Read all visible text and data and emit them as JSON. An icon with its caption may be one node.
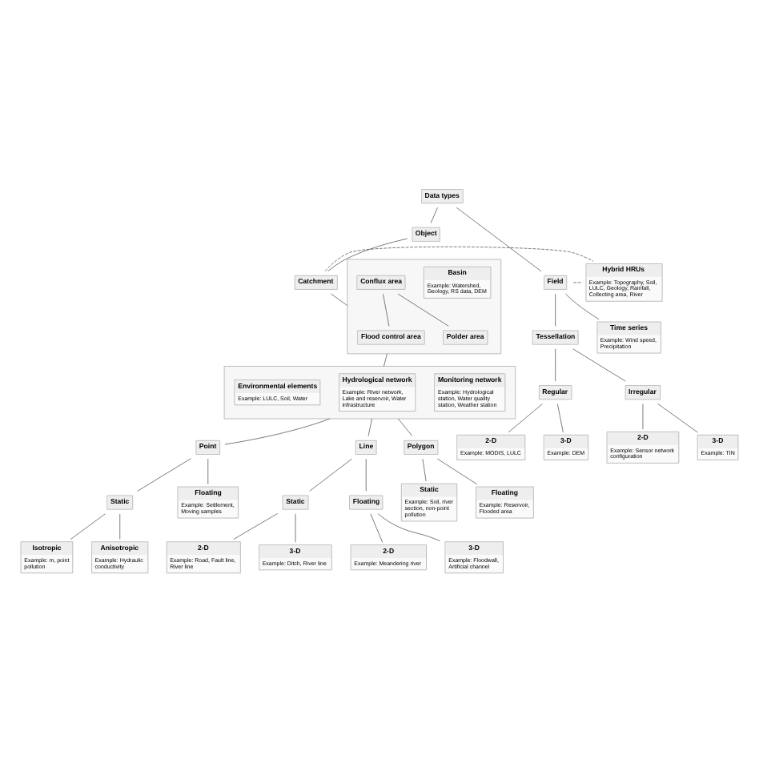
{
  "diagram": {
    "nodes": [
      {
        "text": [
          "Data types"
        ]
      },
      {
        "text": [
          "Object"
        ]
      },
      {
        "text": [
          "Catchment"
        ]
      },
      {
        "text": [
          "Hybrid HRUs",
          "Example: Topography, Soil, LULC, Geology, Rainfall, Collecting area, River"
        ]
      },
      {
        "text": [
          "Field"
        ]
      },
      {
        "text": [],
        "shape": "box"
      },
      {
        "text": [
          "Basin",
          "Example: Watershed, Geology, RS data, DEM"
        ],
        "in": 5
      },
      {
        "text": [
          "Conflux area"
        ],
        "in": 5
      },
      {
        "text": [
          "Flood control area"
        ],
        "in": 5
      },
      {
        "text": [
          "Polder area"
        ],
        "in": 5
      },
      {
        "text": [],
        "shape": "box"
      },
      {
        "text": [
          "Monitoring network",
          "Example: Hydrological station, Water quality station, Weather station"
        ],
        "in": 10
      },
      {
        "text": [
          "Hydrological network",
          "Example: River network, Lake and reservoir, Water infrastructure"
        ],
        "in": 10
      },
      {
        "text": [
          "Environmental elements",
          "Example: LULC, Soil, Water"
        ],
        "in": 10
      },
      {
        "text": [
          "Tessellation"
        ]
      },
      {
        "text": [
          "Time series",
          "Example: Wind speed, Precipitation"
        ]
      },
      {
        "text": [
          "Regular"
        ]
      },
      {
        "text": [
          "2-D",
          "Example: MODIS, LULC"
        ]
      },
      {
        "text": [
          "3-D",
          "Example: DEM"
        ]
      },
      {
        "text": [
          "Irregular"
        ]
      },
      {
        "text": [
          "2-D",
          "Example: Sensor network configuration"
        ]
      },
      {
        "text": [
          "3-D",
          "Example: TIN"
        ]
      },
      {
        "text": [
          "Point"
        ]
      },
      {
        "text": [
          "Static"
        ]
      },
      {
        "text": [
          "Isotropic",
          "Example: m, point pollution"
        ]
      },
      {
        "text": [
          "Anisotropic",
          "Example: Hydraulic conductivity"
        ]
      },
      {
        "text": [
          "Floating",
          "Example: Settlement, Moving samples"
        ]
      },
      {
        "text": [
          "Line"
        ]
      },
      {
        "text": [
          "Static"
        ]
      },
      {
        "text": [
          "2-D",
          "Example: Road, Fault line, River line"
        ]
      },
      {
        "text": [
          "3-D",
          "Example: Ditch, River line"
        ]
      },
      {
        "text": [
          "Floating"
        ]
      },
      {
        "text": [
          "2-D",
          "Example: Meandering river"
        ]
      },
      {
        "text": [
          "3-D",
          "Example: Floodwall, Artificial channel"
        ]
      },
      {
        "text": [
          "Polygon"
        ]
      },
      {
        "text": [
          "Static",
          "Example: Soil, river section, non-point pollution"
        ]
      },
      {
        "text": [
          "Floating",
          "Example: Reservoir, Flooded area"
        ]
      }
    ],
    "edges": [
      {
        "from": 0,
        "to": 1,
        "arrow": "none"
      },
      {
        "from": 0,
        "to": 4,
        "arrow": "none"
      },
      {
        "from": 1,
        "to": 2,
        "arrow": "none"
      },
      {
        "from": 2,
        "to": 3,
        "arrow": "none",
        "style": "dashed"
      },
      {
        "from": 3,
        "to": 4,
        "arrow": "none",
        "style": "dashed"
      },
      {
        "from": 2,
        "to": 5,
        "arrow": "none"
      },
      {
        "from": 7,
        "to": 8,
        "arrow": "none"
      },
      {
        "from": 7,
        "to": 9,
        "arrow": "none"
      },
      {
        "from": 5,
        "to": 10,
        "arrow": "none"
      },
      {
        "from": 10,
        "to": 22,
        "arrow": "none"
      },
      {
        "from": 10,
        "to": 27,
        "arrow": "none"
      },
      {
        "from": 10,
        "to": 34,
        "arrow": "none"
      },
      {
        "from": 22,
        "to": 23,
        "arrow": "none"
      },
      {
        "from": 22,
        "to": 26,
        "arrow": "none"
      },
      {
        "from": 23,
        "to": 24,
        "arrow": "none"
      },
      {
        "from": 23,
        "to": 25,
        "arrow": "none"
      },
      {
        "from": 27,
        "to": 28,
        "arrow": "none"
      },
      {
        "from": 27,
        "to": 31,
        "arrow": "none"
      },
      {
        "from": 28,
        "to": 29,
        "arrow": "none"
      },
      {
        "from": 28,
        "to": 30,
        "arrow": "none"
      },
      {
        "from": 31,
        "to": 32,
        "arrow": "none"
      },
      {
        "from": 31,
        "to": 33,
        "arrow": "none"
      },
      {
        "from": 34,
        "to": 35,
        "arrow": "none"
      },
      {
        "from": 34,
        "to": 36,
        "arrow": "none"
      },
      {
        "from": 4,
        "to": 14,
        "arrow": "none"
      },
      {
        "from": 4,
        "to": 15,
        "arrow": "none"
      },
      {
        "from": 14,
        "to": 16,
        "arrow": "none"
      },
      {
        "from": 14,
        "to": 19,
        "arrow": "none"
      },
      {
        "from": 16,
        "to": 17,
        "arrow": "none"
      },
      {
        "from": 16,
        "to": 18,
        "arrow": "none"
      },
      {
        "from": 19,
        "to": 20,
        "arrow": "none"
      },
      {
        "from": 19,
        "to": 21,
        "arrow": "none"
      }
    ]
  }
}
